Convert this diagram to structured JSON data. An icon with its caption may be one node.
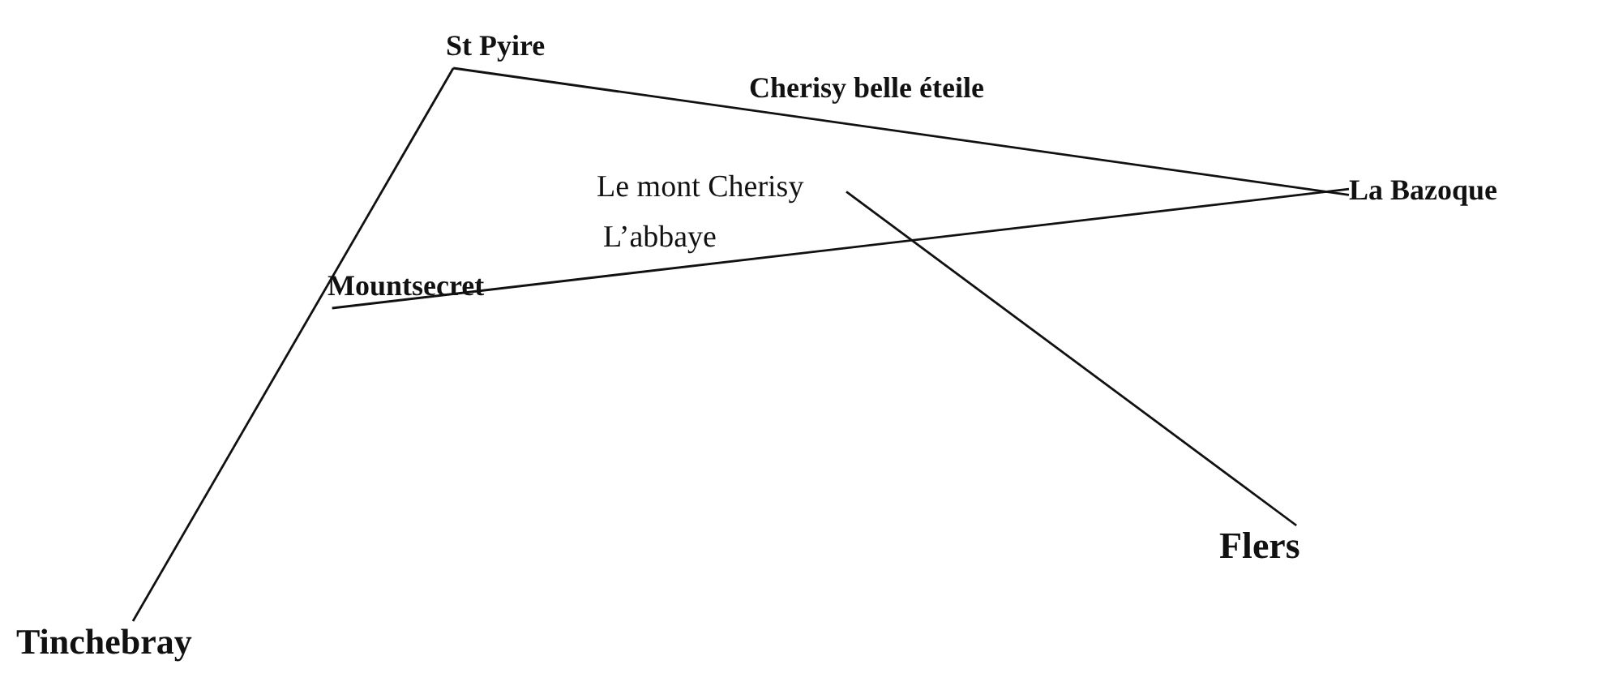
{
  "diagram": {
    "nodes": [
      {
        "text": [
          "St Pyire"
        ]
      },
      {
        "text": [
          "La Bazoque"
        ]
      },
      {
        "text": [
          "Le mont Cherisy"
        ]
      },
      {
        "text": [
          "Mountsecret"
        ]
      },
      {
        "text": [
          "Flers"
        ]
      },
      {
        "text": [
          "Tinchebray"
        ]
      }
    ],
    "edges": [
      {
        "from": 0,
        "to": 5,
        "arrow": "none"
      },
      {
        "from": 0,
        "to": 1,
        "arrow": "none"
      },
      {
        "from": 1,
        "to": 3,
        "arrow": "none"
      },
      {
        "from": 2,
        "to": 4,
        "arrow": "none"
      }
    ],
    "labels": [
      "Cherisy belle éteile",
      "L’abbaye"
    ]
  }
}
